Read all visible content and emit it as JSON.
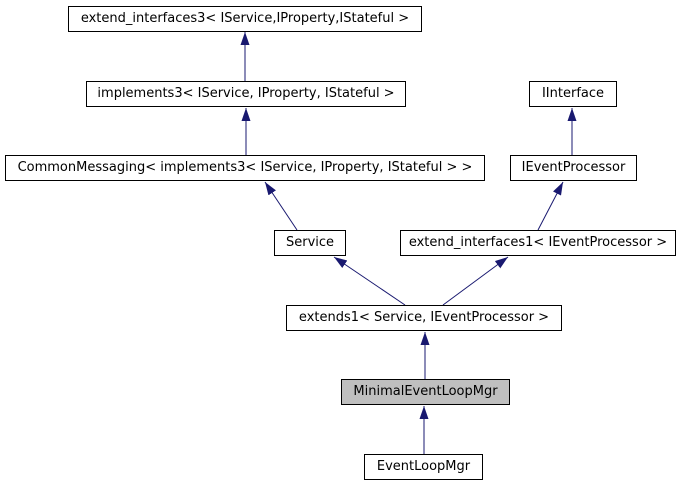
{
  "diagram": {
    "type": "class-inheritance-graph",
    "colors": {
      "arrow": "#191970",
      "node_border": "#000000",
      "node_fill": "#ffffff",
      "highlight_fill": "#bfbfbf",
      "text": "#000000",
      "background": "#ffffff"
    },
    "nodes": [
      {
        "id": "extend_interfaces3",
        "label": "extend_interfaces3< IService,IProperty,IStateful >",
        "highlighted": false
      },
      {
        "id": "implements3",
        "label": "implements3< IService, IProperty, IStateful >",
        "highlighted": false
      },
      {
        "id": "iinterface",
        "label": "IInterface",
        "highlighted": false
      },
      {
        "id": "commonmessaging",
        "label": "CommonMessaging< implements3< IService, IProperty, IStateful > >",
        "highlighted": false
      },
      {
        "id": "ieventprocessor",
        "label": "IEventProcessor",
        "highlighted": false
      },
      {
        "id": "service",
        "label": "Service",
        "highlighted": false
      },
      {
        "id": "extend_interfaces1",
        "label": "extend_interfaces1< IEventProcessor >",
        "highlighted": false
      },
      {
        "id": "extends1",
        "label": "extends1< Service, IEventProcessor >",
        "highlighted": false
      },
      {
        "id": "minimaleventloopmgr",
        "label": "MinimalEventLoopMgr",
        "highlighted": true
      },
      {
        "id": "eventloopmgr",
        "label": "EventLoopMgr",
        "highlighted": false
      }
    ],
    "edges": [
      {
        "from": "implements3",
        "to": "extend_interfaces3"
      },
      {
        "from": "commonmessaging",
        "to": "implements3"
      },
      {
        "from": "ieventprocessor",
        "to": "iinterface"
      },
      {
        "from": "service",
        "to": "commonmessaging"
      },
      {
        "from": "extend_interfaces1",
        "to": "ieventprocessor"
      },
      {
        "from": "extends1",
        "to": "service"
      },
      {
        "from": "extends1",
        "to": "extend_interfaces1"
      },
      {
        "from": "minimaleventloopmgr",
        "to": "extends1"
      },
      {
        "from": "eventloopmgr",
        "to": "minimaleventloopmgr"
      }
    ]
  }
}
